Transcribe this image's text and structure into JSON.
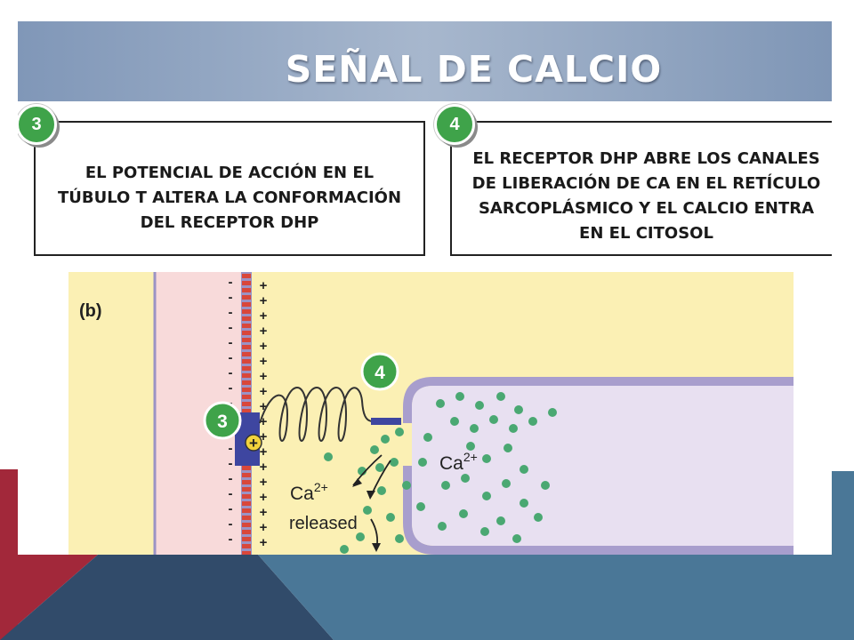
{
  "slide": {
    "title": "SEÑAL DE CALCIO"
  },
  "steps": [
    {
      "number": "3",
      "text": "EL POTENCIAL DE ACCIÓN EN EL TÚBULO T ALTERA LA CONFORMACIÓN DEL RECEPTOR DHP"
    },
    {
      "number": "4",
      "text": "EL RECEPTOR DHP ABRE LOS  CANALES DE LIBERACIÓN DE CA EN EL RETÍCULO SARCOPLÁSMICO Y EL CALCIO ENTRA EN EL CITOSOL"
    }
  ],
  "diagram": {
    "panel_label": "(b)",
    "badge_3": "3",
    "badge_4": "4",
    "receptor_symbol": "+",
    "ca_sr_label": "Ca",
    "ca_sr_sup": "2+",
    "ca_released_label": "Ca",
    "ca_released_sup": "2+",
    "released_label": "released",
    "membrane_left_sign": "-",
    "membrane_right_sign": "+"
  },
  "colors": {
    "title_bar": "#8aa0bf",
    "badge_green": "#3fa34a",
    "diagram_bg": "#fbf0b4",
    "t_tubule": "#f8dada",
    "sr_lumen": "#e8e0f1",
    "sr_membrane": "#a89ecd",
    "calcium": "#4aa872",
    "dhp_receptor": "#3e46a0",
    "deco_red": "#a2283a",
    "deco_navy": "#314b6a",
    "deco_steel": "#4a7797"
  }
}
